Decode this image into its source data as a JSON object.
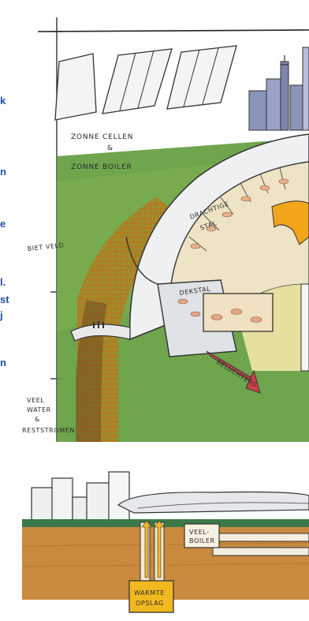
{
  "left_edge_text": [
    {
      "text": "k"
    },
    {
      "text": "n"
    },
    {
      "text": "e"
    },
    {
      "text": "l."
    },
    {
      "text": "st"
    },
    {
      "text": "j"
    },
    {
      "text": "n"
    }
  ],
  "labels": {
    "zonnecellen": "ZONNE CELLEN",
    "ampersand_1": "&",
    "zonneboiler": "ZONNE BOILER",
    "drachtige_stal_1": "DRACHTIGE",
    "drachtige_stal_2": "STAL",
    "biet_veld": "BIET VELD",
    "dek_stal": "DEKSTAL",
    "veel_water_1": "VEEL",
    "veel_water_2": "WATER",
    "ampersand_2": "&",
    "reststromen": "RESTSTROMEN",
    "biggenbelucht": "BELUCHTERS",
    "veel_boiler_1": "VEEL-",
    "veel_boiler_2": "BOILER",
    "warmte_opslag_1": "WARMTE",
    "warmte_opslag_2": "OPSLAG"
  },
  "colors": {
    "text_blue": "#1f4fa3",
    "grass": "#5f9b3a",
    "soil": "#c98a3e",
    "stall_roof": "#e9ecef",
    "arrow_orange": "#f2a51a",
    "arrow_red": "#c9424a"
  }
}
